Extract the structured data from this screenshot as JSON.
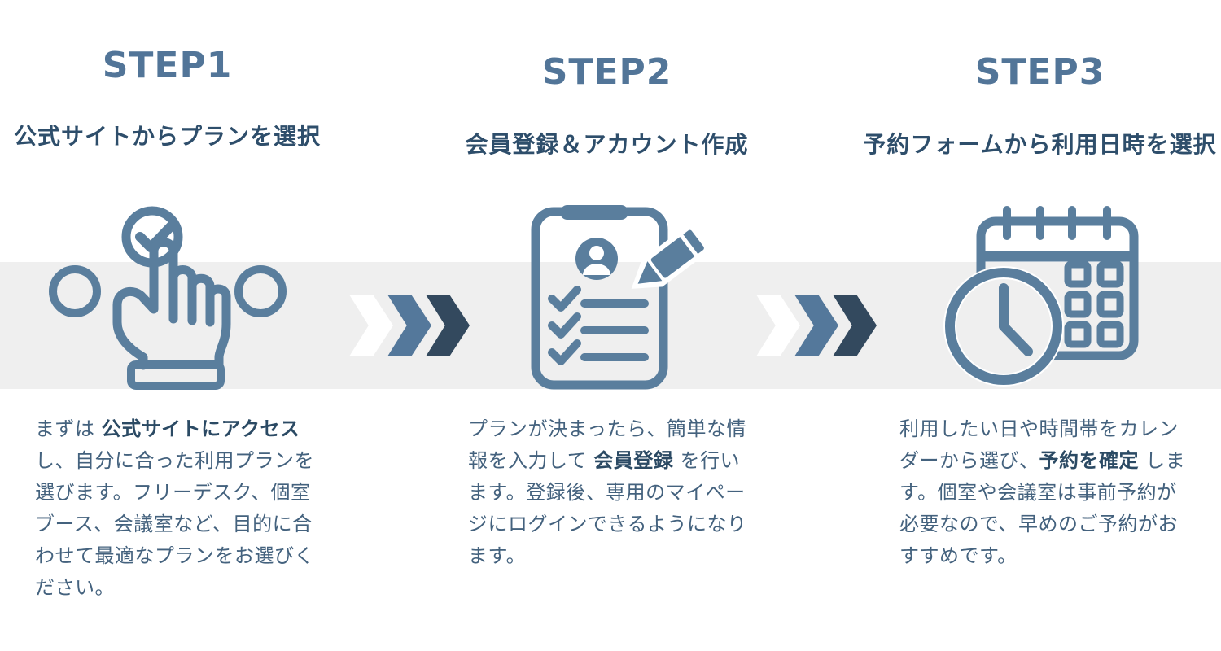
{
  "colors": {
    "background": "#ffffff",
    "band": "#efefef",
    "icon": "#5a7e9d",
    "title": "#527598",
    "subtitle": "#2e4e6b",
    "body": "#44627e",
    "body-bold": "#2b4a64",
    "chevron-light": "#ffffff",
    "chevron-mid": "#54789b",
    "chevron-dark": "#33495e"
  },
  "steps": [
    {
      "title": "STEP1",
      "subtitle": "公式サイトからプランを選択",
      "icon": "tap-select-icon",
      "body": [
        {
          "text": "まずは ",
          "bold": false
        },
        {
          "text": "公式サイトにアクセス",
          "bold": true
        },
        {
          "text": "し、自分に合った利用プランを選びます。フリーデスク、個室ブース、会議室など、目的に合わせて最適なプランをお選びください。",
          "bold": false
        }
      ]
    },
    {
      "title": "STEP2",
      "subtitle": "会員登録＆アカウント作成",
      "icon": "registration-clipboard-icon",
      "body": [
        {
          "text": "プランが決まったら、簡単な情報を入力して ",
          "bold": false
        },
        {
          "text": "会員登録",
          "bold": true
        },
        {
          "text": " を行います。登録後、専用のマイページにログインできるようになります。",
          "bold": false
        }
      ]
    },
    {
      "title": "STEP3",
      "subtitle": "予約フォームから利用日時を選択",
      "icon": "calendar-clock-icon",
      "body": [
        {
          "text": "利用したい日や時間帯をカレンダーから選び、",
          "bold": false
        },
        {
          "text": "予約を確定",
          "bold": true
        },
        {
          "text": " します。個室や会議室は事前予約が必要なので、早めのご予約がおすすめです。",
          "bold": false
        }
      ]
    }
  ]
}
